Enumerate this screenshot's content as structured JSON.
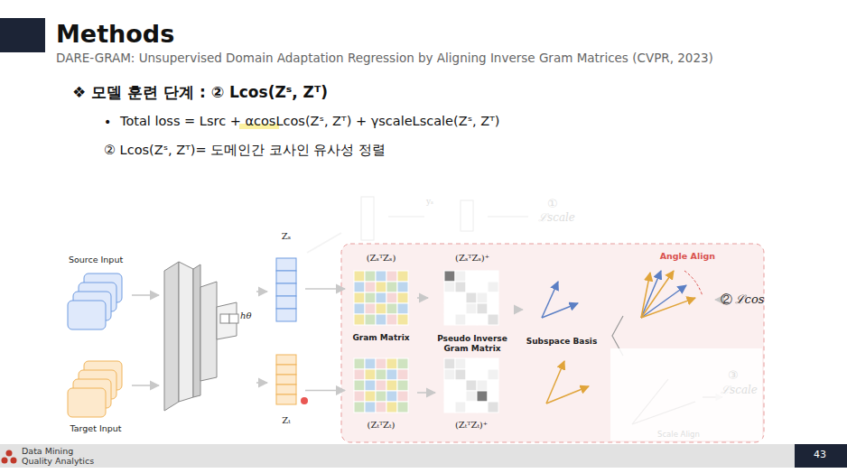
{
  "diagram": {
    "title": "Methods",
    "nodes": [
      {
        "text": [
          "Source Input"
        ]
      },
      {
        "text": [
          "Target Input"
        ]
      },
      {
        "text": [
          "hθ"
        ]
      },
      {
        "text": [
          "Zₛ"
        ]
      },
      {
        "text": [
          "Zₜ"
        ]
      },
      {
        "text": [
          "(ZₛᵀZₛ)",
          "Gram Matrix"
        ]
      },
      {
        "text": [
          "(ZₛᵀZₛ)⁺",
          "Pseudo Inverse Gram Matrix"
        ]
      },
      {
        "text": [
          "(ZₜᵀZₜ)"
        ]
      },
      {
        "text": [
          "(ZₜᵀZₜ)⁺"
        ]
      },
      {
        "text": [
          "Subspace Basis"
        ]
      },
      {
        "text": [
          "Angle Align"
        ]
      },
      {
        "text": [
          "②",
          "ℒcos"
        ]
      }
    ],
    "edges": [
      {
        "from": 0,
        "to": 2,
        "arrow": "to"
      },
      {
        "from": 1,
        "to": 2,
        "arrow": "to"
      },
      {
        "from": 2,
        "to": 3,
        "arrow": "to"
      },
      {
        "from": 2,
        "to": 4,
        "arrow": "to"
      },
      {
        "from": 3,
        "to": 5,
        "arrow": "to"
      },
      {
        "from": 5,
        "to": 6,
        "arrow": "to"
      },
      {
        "from": 6,
        "to": 9,
        "arrow": "to"
      },
      {
        "from": 4,
        "to": 7,
        "arrow": "to"
      },
      {
        "from": 7,
        "to": 8,
        "arrow": "to"
      },
      {
        "from": 10,
        "to": 11,
        "arrow": "to"
      }
    ],
    "labels": [
      "DARE-GRAM: Unsupervised Domain Adaptation Regression by Aligning Inverse Gram Matrices (CVPR, 2023)",
      "❖ 모델 훈련 단계 : ② Lcos(Zˢ, Zᵀ)",
      "•",
      "Total loss = Lsrc + αcosLcos(Zˢ, Zᵀ) + γscaleLscale(Zˢ, Zᵀ)",
      "②   Lcos(Zˢ, Zᵀ)= 도메인간 코사인 유사성 정렬",
      "yₛ",
      "①",
      "ℒscale",
      "③",
      "ℒscale",
      "Scale Align",
      "Data Mining",
      "Quality Analytics",
      "43"
    ]
  }
}
